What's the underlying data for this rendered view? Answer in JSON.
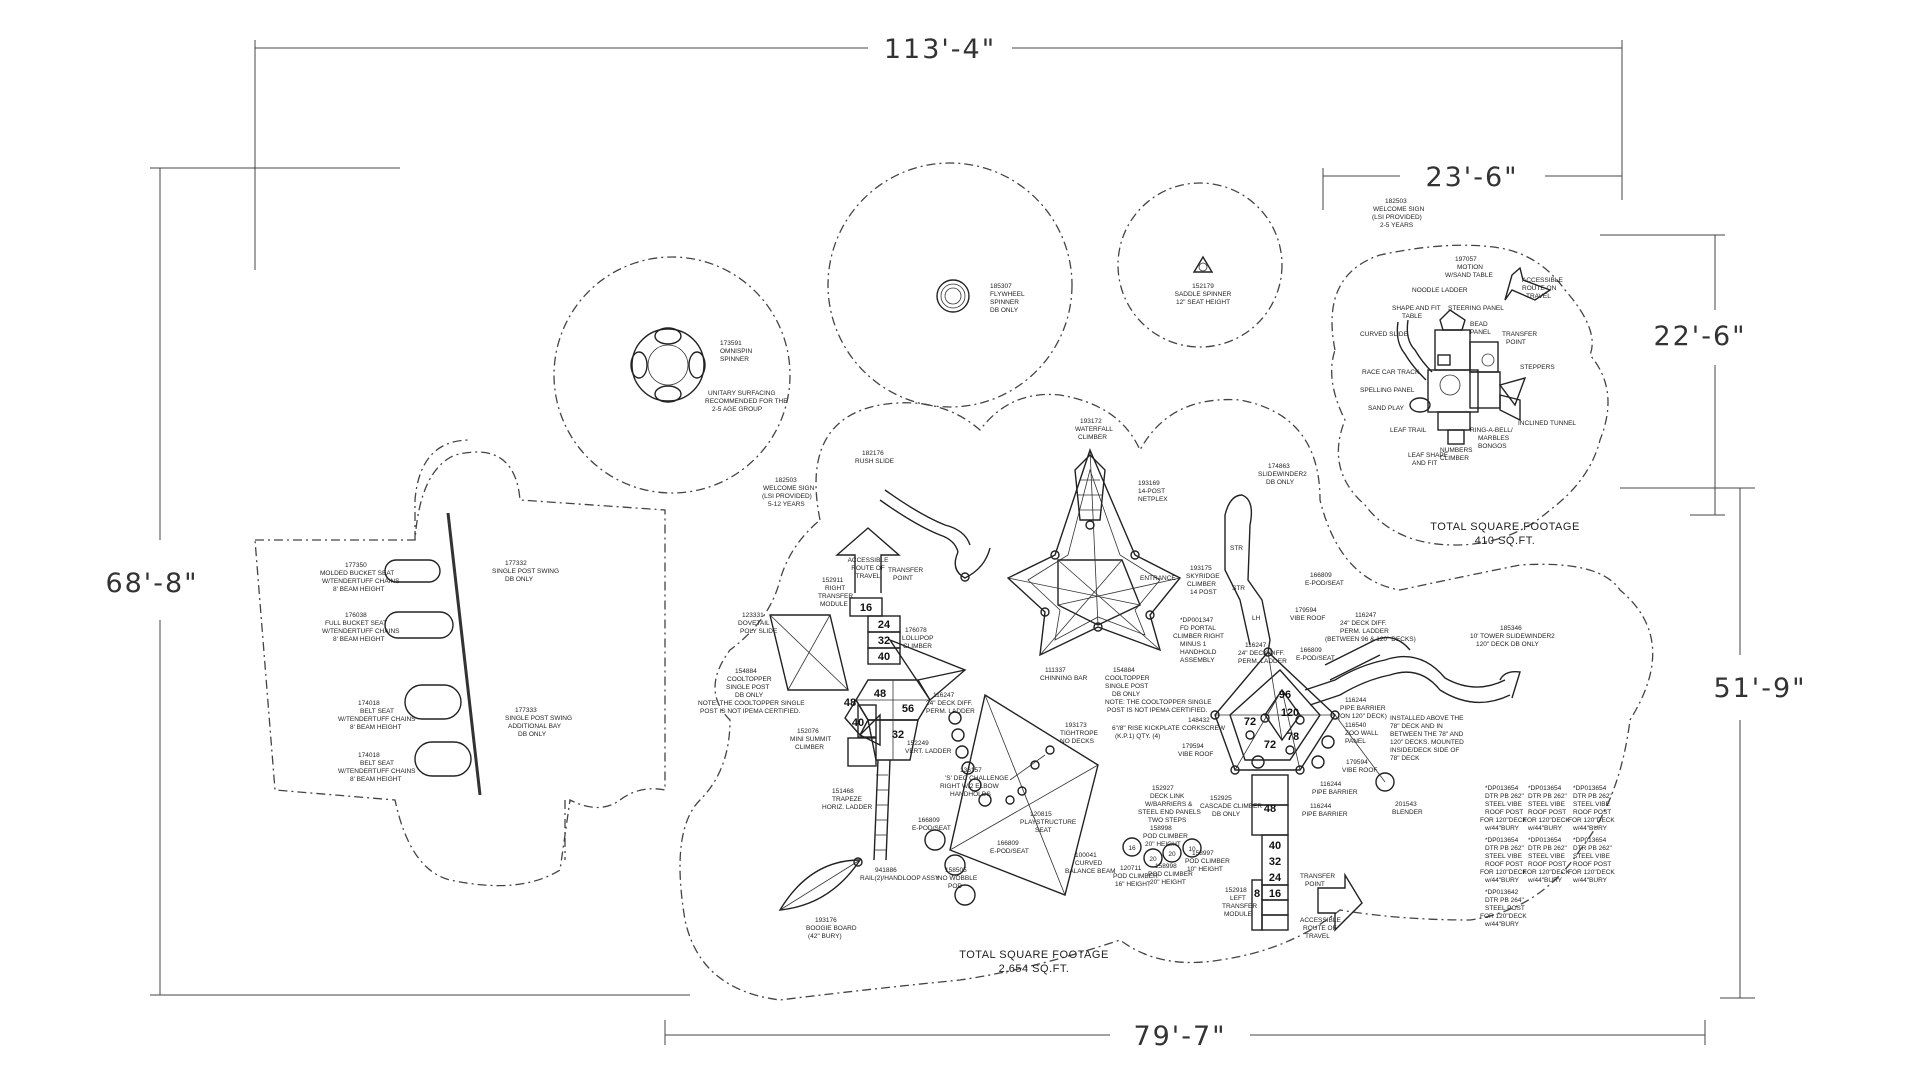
{
  "dimensions": {
    "top_width": "113'-4\"",
    "left_height": "68'-8\"",
    "bottom_width": "79'-7\"",
    "right_height": "51'-9\"",
    "small_width": "23'-6\"",
    "small_height": "22'-6\""
  },
  "areas": {
    "main_title": "TOTAL SQUARE FOOTAGE",
    "main_value": "2,654 SQ.FT.",
    "small_title": "TOTAL SQUARE FOOTAGE",
    "small_value": "410 SQ.FT."
  },
  "swings": {
    "molded_bucket": [
      "177350",
      "MOLDED BUCKET SEAT",
      "W/TENDERTUFF CHAINS",
      "8' BEAM HEIGHT"
    ],
    "full_bucket": [
      "176038",
      "FULL BUCKET SEAT",
      "W/TENDERTUFF CHAINS",
      "8' BEAM HEIGHT"
    ],
    "belt_1": [
      "174018",
      "BELT SEAT",
      "W/TENDERTUFF CHAINS",
      "8' BEAM HEIGHT"
    ],
    "belt_2": [
      "174018",
      "BELT SEAT",
      "W/TENDERTUFF CHAINS",
      "8' BEAM HEIGHT"
    ],
    "single_post": [
      "177332",
      "SINGLE POST SWING",
      "DB ONLY"
    ],
    "single_post_add": [
      "177333",
      "SINGLE POST SWING",
      "ADDITIONAL BAY",
      "DB ONLY"
    ]
  },
  "spinners": {
    "omnispin": [
      "173591",
      "OMNISPIN",
      "SPINNER"
    ],
    "unitary": [
      "UNITARY SURFACING",
      "RECOMMENDED FOR THE",
      "2-5 AGE GROUP"
    ],
    "flywheel": [
      "185307",
      "FLYWHEEL",
      "SPINNER",
      "DB ONLY"
    ],
    "saddle": [
      "152179",
      "SADDLE SPINNER",
      "12\" SEAT HEIGHT"
    ]
  },
  "main_labels": {
    "rush_slide": [
      "182176",
      "RUSH SLIDE"
    ],
    "welcome_sign": [
      "182503",
      "WELCOME SIGN",
      "(LSI PROVIDED)",
      "5-12 YEARS"
    ],
    "accessible_route": [
      "ACCESSIBLE",
      "ROUTE OF",
      "TRAVEL"
    ],
    "transfer_point": [
      "TRANSFER",
      "POINT"
    ],
    "transfer_module": [
      "152911",
      "RIGHT",
      "TRANSFER",
      "MODULE"
    ],
    "dovetail_slide": [
      "123331",
      "DOVETAIL",
      "POLY SLIDE"
    ],
    "lollipop": [
      "176078",
      "LOLLIPOP",
      "CLIMBER"
    ],
    "cooltopper_a": [
      "154884",
      "COOLTOPPER",
      "SINGLE POST",
      "DB ONLY"
    ],
    "note_a": [
      "NOTE: THE COOLTOPPER SINGLE",
      "POST IS NOT IPEMA CERTIFIED."
    ],
    "deck_diff_a": [
      "116247",
      "24\" DECK DIFF.",
      "PERM. LADDER"
    ],
    "summit": [
      "152076",
      "MINI SUMMIT",
      "CLIMBER"
    ],
    "vert_ladder": [
      "152249",
      "VERT. LADDER"
    ],
    "trapeze": [
      "151468",
      "TRAPEZE",
      "HORIZ. LADDER"
    ],
    "rail": [
      "941886",
      "RAIL(2)/HANDLOOP ASSY"
    ],
    "boogie": [
      "193176",
      "BOOGIE BOARD",
      "(42\" BURY)"
    ],
    "waterwall": [
      "193172",
      "WATERFALL",
      "CLIMBER"
    ],
    "netplex": [
      "193169",
      "14-POST",
      "NETPLEX"
    ],
    "chinning": [
      "111337",
      "CHINNING BAR"
    ],
    "cooltopper_b": [
      "154884",
      "COOLTOPPER",
      "SINGLE POST",
      "DB ONLY"
    ],
    "note_b": [
      "NOTE: THE COOLTOPPER SINGLE",
      "POST IS NOT IPEMA CERTIFIED."
    ],
    "tightrope": [
      "193173",
      "TIGHTROPE",
      "NO DECKS"
    ],
    "kickplate": [
      "6\"/8\" RISE KICKPLATE",
      "(K.P.1) QTY. (4)"
    ],
    "challenge": [
      "136157",
      "'S' DEC CHALLENGE",
      "RIGHT W/2 ELBOW",
      "HANDHOLDS"
    ],
    "play_seat": [
      "120815",
      "PLAYSTRUCTURE",
      "SEAT"
    ],
    "epod_a": [
      "166809",
      "E-POD/SEAT"
    ],
    "epod_b": [
      "166809",
      "E-POD/SEAT"
    ],
    "wobble": [
      "158505",
      "INO WOBBLE",
      "POD"
    ],
    "balance": [
      "100041",
      "CURVED",
      "BALANCE BEAM"
    ],
    "pod_16": [
      "120711",
      "POD CLIMBER",
      "16\" HEIGHT"
    ],
    "pod_20": [
      "158998",
      "POD CLIMBER",
      "20\" HEIGHT"
    ],
    "pod_20b": [
      "158998",
      "POD CLIMBER",
      "20\" HEIGHT"
    ],
    "pod_10": [
      "158997",
      "POD CLIMBER",
      "10\" HEIGHT"
    ],
    "slidewinder": [
      "174863",
      "SLIDEWINDER2",
      "DB ONLY"
    ],
    "skyridge": [
      "193175",
      "SKYRIDGE",
      "CLIMBER",
      "14 POST"
    ],
    "fd_portal": [
      "*DP001347",
      "FD PORTAL",
      "CLIMBER RIGHT",
      "MINUS 1",
      "HANDHOLD",
      "ASSEMBLY"
    ],
    "epod_c": [
      "166809",
      "E-POD/SEAT"
    ],
    "vibe_roof_a": [
      "179594",
      "VIBE ROOF"
    ],
    "vibe_roof_b": [
      "179594",
      "VIBE ROOF"
    ],
    "vibe_roof_c": [
      "179594",
      "VIBE ROOF"
    ],
    "deck_diff_b": [
      "116247",
      "24\" DECK DIFF.",
      "PERM. LADDER",
      "(BETWEEN 96 & 120\" DECKS)"
    ],
    "deck_diff_c": [
      "116247",
      "24\" DECK DIFF.",
      "PERM. LADDER"
    ],
    "epod_d": [
      "166809",
      "E-POD/SEAT"
    ],
    "corkscrew": [
      "148432",
      "CORKSCREW"
    ],
    "pipe_barrier_a": [
      "116244",
      "PIPE BARRIER",
      "(ON 120\" DECK)"
    ],
    "zoo_panel": [
      "116540",
      "ZOO WALL",
      "PANEL"
    ],
    "installed": [
      "INSTALLED ABOVE THE",
      "78\" DECK AND IN",
      "BETWEEN THE 78\" AND",
      "120\" DECKS. MOUNTED",
      "INSIDE/DECK SIDE OF",
      "78\" DECK"
    ],
    "tower_slide": [
      "185346",
      "10' TOWER SLIDEWINDER2",
      "120\" DECK DB ONLY"
    ],
    "deck_link": [
      "152927",
      "DECK LINK",
      "W/BARRIERS &",
      "STEEL END PANELS",
      "TWO STEPS"
    ],
    "cascade": [
      "152925",
      "CASCADE CLIMBER",
      "DB ONLY"
    ],
    "pipe_barrier_b": [
      "116244",
      "PIPE BARRIER"
    ],
    "pipe_barrier_c": [
      "116244",
      "PIPE BARRIER"
    ],
    "blender": [
      "201543",
      "BLENDER"
    ],
    "left_transfer": [
      "152918",
      "LEFT",
      "TRANSFER",
      "MODULE"
    ],
    "transfer_point_b": [
      "TRANSFER",
      "POINT"
    ],
    "accessible_b": [
      "ACCESSIBLE",
      "ROUTE OF",
      "TRAVEL"
    ]
  },
  "vibe_posts": [
    [
      "*DP013654",
      "DTR PB 262\"",
      "STEEL VIBE",
      "ROOF POST",
      "FOR 120\"DECK",
      "w/44\"BURY"
    ],
    [
      "*DP013654",
      "DTR PB 262\"",
      "STEEL VIBE",
      "ROOF POST",
      "FOR 120\"DECK",
      "w/44\"BURY"
    ],
    [
      "*DP013654",
      "DTR PB 262\"",
      "STEEL VIBE",
      "ROOF POST",
      "FOR 120\"DECK",
      "w/44\"BURY"
    ],
    [
      "*DP013654",
      "DTR PB 262\"",
      "STEEL VIBE",
      "ROOF POST",
      "FOR 120\"DECK",
      "w/44\"BURY"
    ],
    [
      "*DP013654",
      "DTR PB 262\"",
      "STEEL VIBE",
      "ROOF POST",
      "FOR 120\"DECK",
      "w/44\"BURY"
    ],
    [
      "*DP013654",
      "DTR PB 262\"",
      "STEEL VIBE",
      "ROOF POST",
      "FOR 120\"DECK",
      "w/44\"BURY"
    ],
    [
      "*DP013642",
      "DTR PB 264\"",
      "STEEL POST",
      "FOR 120\"DECK",
      "w/44\"BURY"
    ]
  ],
  "toddler": {
    "welcome": [
      "182503",
      "WELCOME SIGN",
      "(LSI PROVIDED)",
      "2-5 YEARS"
    ],
    "motion": [
      "197057",
      "MOTION",
      "W/SAND TABLE"
    ],
    "accessible": [
      "ACCESSIBLE",
      "ROUTE ON",
      "TRAVEL"
    ],
    "noodle": [
      "NOODLE LADDER"
    ],
    "shape_fit": [
      "SHAPE AND FIT",
      "TABLE"
    ],
    "steering": [
      "STEERING PANEL"
    ],
    "bead": [
      "BEAD",
      "PANEL"
    ],
    "transfer": [
      "TRANSFER",
      "POINT"
    ],
    "curved_slide": [
      "CURVED SLIDE"
    ],
    "race_car": [
      "RACE CAR TRACK"
    ],
    "steppers": [
      "STEPPERS"
    ],
    "spelling": [
      "SPELLING PANEL"
    ],
    "sand_play": [
      "SAND PLAY"
    ],
    "ring_bell": [
      "RING-A-BELL/",
      "MARBLES",
      "BONGOS"
    ],
    "inclined": [
      "INCLINED TUNNEL"
    ],
    "leaf_trail": [
      "LEAF TRAIL"
    ],
    "numbers": [
      "NUMBERS",
      "CLIMBER"
    ],
    "leaf_shape": [
      "LEAF SHAPE",
      "AND FIT"
    ]
  },
  "decks_left": [
    "16",
    "24",
    "32",
    "40",
    "48",
    "56",
    "48",
    "32",
    "40"
  ],
  "decks_right": [
    "96",
    "120",
    "72",
    "72",
    "78",
    "48",
    "40",
    "32",
    "24",
    "16",
    "8",
    "16",
    "20",
    "20",
    "10"
  ],
  "slide_marks": [
    "STR",
    "STR",
    "LH",
    "ENTRANCE"
  ]
}
